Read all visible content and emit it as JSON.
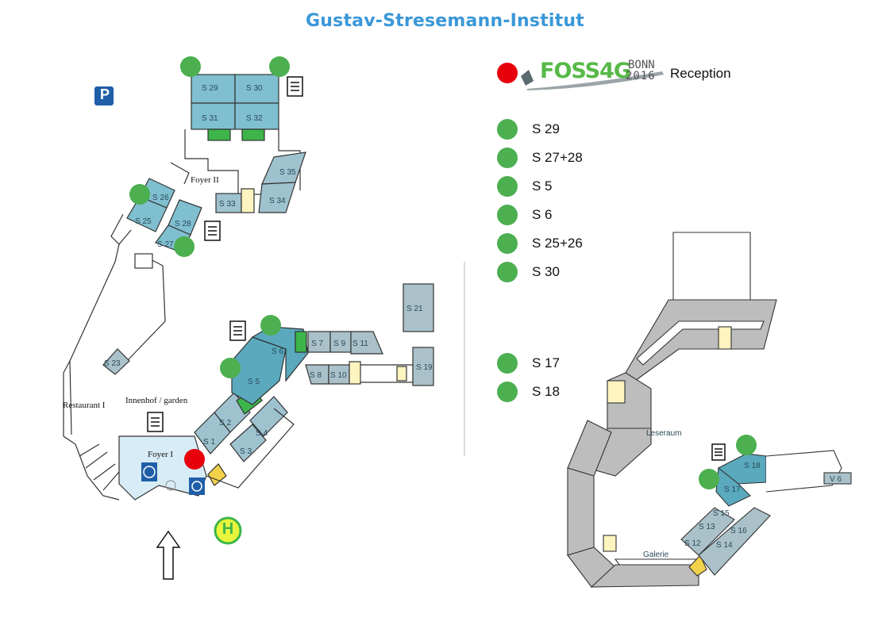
{
  "title": "Gustav-Stresemann-Institut",
  "logo": {
    "main": "FOSS4G",
    "city": "BONN",
    "year": "2016"
  },
  "reception_label": "Reception",
  "legend": [
    {
      "label": "S 29",
      "color": "#4caf50"
    },
    {
      "label": "S 27+28",
      "color": "#4caf50"
    },
    {
      "label": "S 5",
      "color": "#4caf50"
    },
    {
      "label": "S 6",
      "color": "#4caf50"
    },
    {
      "label": "S 25+26",
      "color": "#4caf50"
    },
    {
      "label": "S 30",
      "color": "#4caf50"
    },
    {
      "label": "S 17",
      "color": "#4caf50"
    },
    {
      "label": "S 18",
      "color": "#4caf50"
    }
  ],
  "map_left": {
    "rooms": [
      "S 29",
      "S 30",
      "S 31",
      "S 32",
      "S 35",
      "S 34",
      "S 33",
      "S 26",
      "S 25",
      "S 28",
      "S 27",
      "S 21",
      "S 23",
      "S 6",
      "S 7",
      "S 9",
      "S 11",
      "S 5",
      "S 8",
      "S 10",
      "S 19",
      "S 2",
      "S 4",
      "S 1",
      "S 3"
    ],
    "areas": [
      "Foyer II",
      "Restaurant I",
      "Innenhof / garden",
      "Foyer I"
    ],
    "parking": "P",
    "bus_stop": "H"
  },
  "map_right": {
    "rooms": [
      "S 18",
      "S 17",
      "V 6",
      "S 15",
      "S 13",
      "S 16",
      "S 12",
      "S 14"
    ],
    "areas": [
      "Leseraum",
      "Galerie"
    ]
  },
  "colors": {
    "accent": "#3a97d8",
    "room": "#7fbfcf",
    "room_dark": "#5aa9bd",
    "seminar_green": "#4caf50",
    "reception_red": "#e8000c",
    "grey_room": "#bdbdbd"
  },
  "icons": [
    "document-icon",
    "parking-icon",
    "info-icon",
    "bus-stop-icon",
    "entrance-arrow-icon",
    "cloakroom-icon"
  ]
}
